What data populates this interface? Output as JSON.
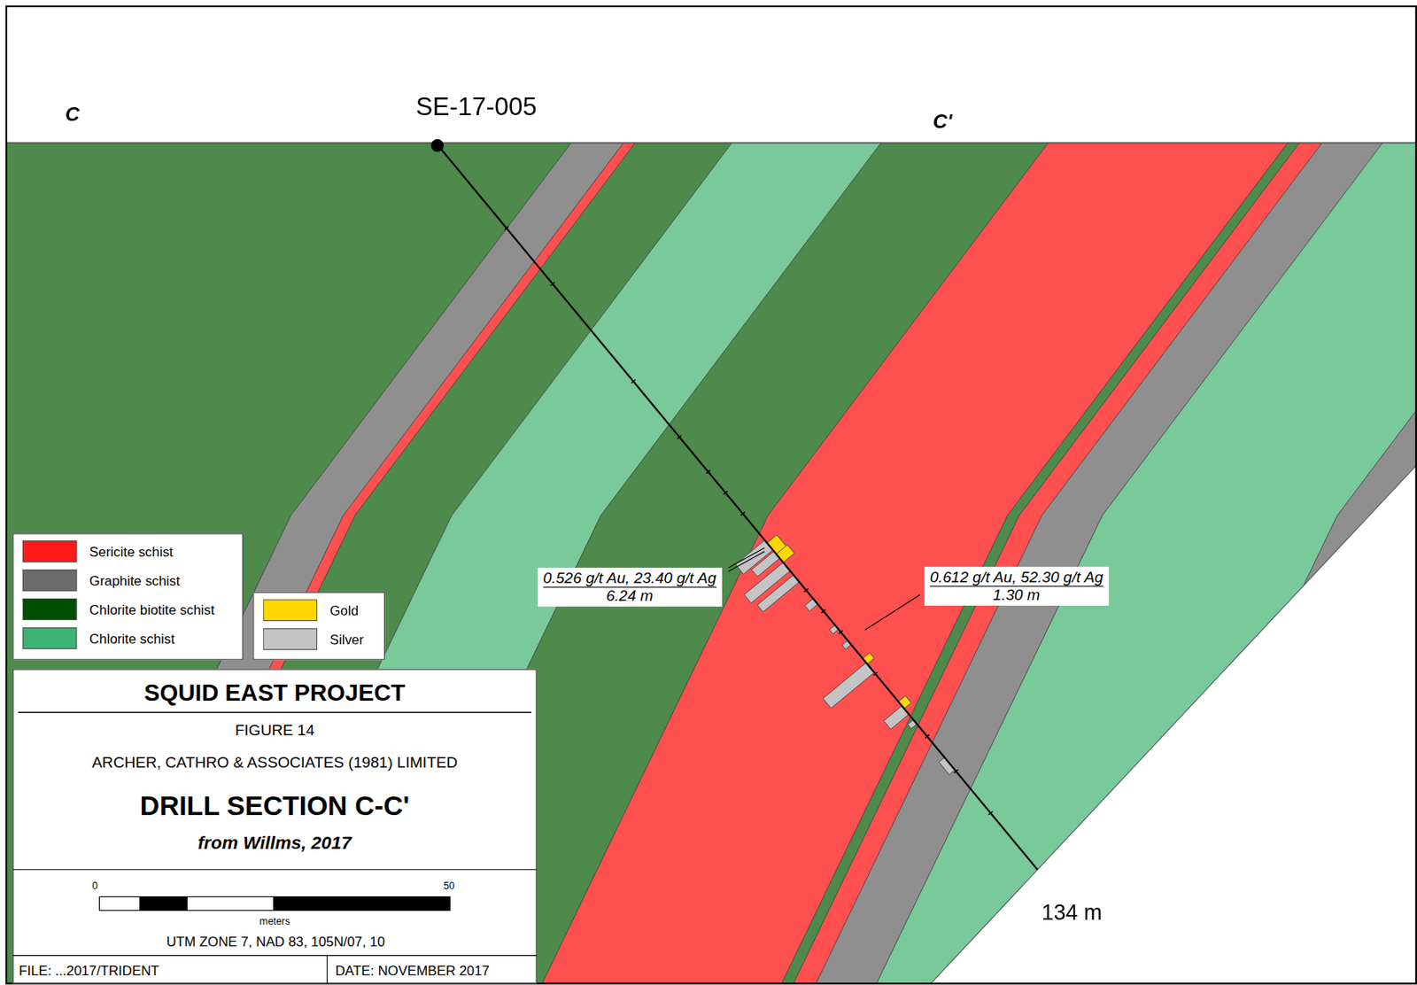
{
  "diagram": {
    "title": "SQUID EAST PROJECT",
    "nodes": [
      {
        "text": [
          "0.526 g/t Au, 23.40 g/t Ag",
          "6.24 m"
        ]
      },
      {
        "text": [
          "0.612 g/t Au, 52.30 g/t Ag",
          "1.30 m"
        ]
      },
      {
        "text": [
          "FIGURE 14",
          "ARCHER, CATHRO & ASSOCIATES (1981) LIMITED",
          "DRILL SECTION C-C'",
          "from Willms, 2017"
        ]
      },
      {
        "text": [
          "FILE: ...2017/TRIDENT"
        ],
        "in": 2
      },
      {
        "text": [
          "DATE: NOVEMBER 2017"
        ],
        "in": 2
      }
    ],
    "labels": [
      "C",
      "C'",
      "SE-17-005",
      "134 m",
      "0",
      "50",
      "meters",
      "UTM ZONE 7, NAD 83, 105N/07, 10"
    ],
    "legend": [
      {
        "text": "Sericite schist",
        "color": "#ff1a1a"
      },
      {
        "text": "Graphite schist",
        "color": "#6b6b6b"
      },
      {
        "text": "Chlorite biotite schist",
        "color": "#004d00"
      },
      {
        "text": "Chlorite schist",
        "color": "#3cb371"
      },
      {
        "text": "Gold",
        "color": "#ffd700"
      },
      {
        "text": "Silver",
        "color": "#c4c4c4"
      }
    ]
  }
}
